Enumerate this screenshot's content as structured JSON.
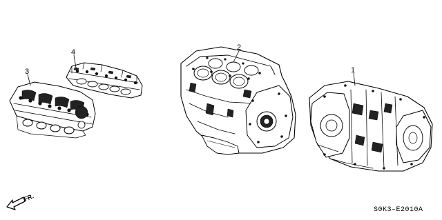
{
  "diagram": {
    "callouts": [
      {
        "id": "part-1",
        "label": "1"
      },
      {
        "id": "part-2",
        "label": "2"
      },
      {
        "id": "part-3",
        "label": "3"
      },
      {
        "id": "part-4",
        "label": "4"
      }
    ],
    "direction_label": "FR.",
    "diagram_code": "S0K3–E2010A"
  }
}
